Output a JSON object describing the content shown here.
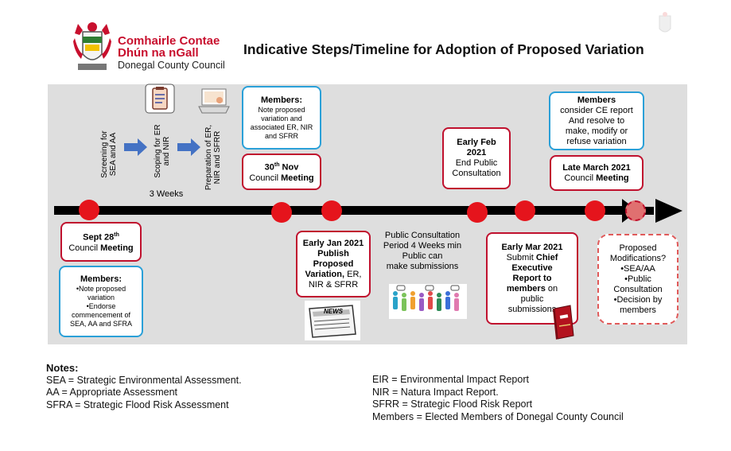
{
  "header": {
    "brand_line1": "Comhairle Contae",
    "brand_line2": "Dhún na nGall",
    "brand_line3": "Donegal County Council",
    "title": "Indicative Steps/Timeline for Adoption of Proposed Variation"
  },
  "timeline": {
    "screening": "Screening for SEA and AA",
    "scoping": "Scoping for ER and NIR",
    "preparation": "Preparation of ER, NIR and SFRR",
    "three_weeks": "3 Weeks",
    "sept": {
      "date": "Sept 28",
      "date_sup": "th",
      "line2": "Council ",
      "line2_bold": "Meeting"
    },
    "members1": {
      "head": "Members:",
      "l1": "•Note proposed variation",
      "l2": "•Endorse commencement of SEA, AA and SFRA"
    },
    "members2": {
      "head": "Members:",
      "l1": "Note proposed variation and associated ER, NIR and SFRR"
    },
    "nov": {
      "date": "30",
      "date_sup": "th",
      "date_rest": " Nov",
      "line2": "Council ",
      "line2_bold": "Meeting"
    },
    "jan": {
      "l1": "Early Jan 2021",
      "l2": "Publish",
      "l3": "Proposed",
      "l4a": "Variation,",
      "l4b": " ER,",
      "l5": "NIR & SFRR"
    },
    "consultation": {
      "l1": "Public Consultation",
      "l2": "Period 4 Weeks min",
      "l3": "Public can",
      "l4": "make submissions"
    },
    "feb": {
      "l1": "Early Feb",
      "l2": "2021",
      "l3": "End Public",
      "l4": "Consultation"
    },
    "mar": {
      "l1": "Early Mar 2021",
      "l2a": "Submit ",
      "l2b": "Chief",
      "l3": "Executive",
      "l4": "Report to",
      "l5a": "members",
      "l5b": " on",
      "l6": "public",
      "l7": "submissions"
    },
    "late_march": {
      "l1": "Late March 2021",
      "l2": "Council ",
      "l2_bold": "Meeting"
    },
    "members3": {
      "head": "Members",
      "l1": "consider CE report",
      "l2": "And resolve to",
      "l3": "make, modify or",
      "l4": "refuse variation"
    },
    "proposed": {
      "l1": "Proposed",
      "l2": "Modifications?",
      "l3": "•SEA/AA",
      "l4": "•Public",
      "l5": "Consultation",
      "l6": "•Decision by",
      "l7": "members"
    },
    "news_label": "NEWS"
  },
  "notes": {
    "heading": "Notes:",
    "left": [
      "SEA = Strategic Environmental Assessment.",
      "AA = Appropriate Assessment",
      "SFRA = Strategic Flood Risk Assessment"
    ],
    "right": [
      "EIR = Environmental Impact Report",
      "NIR = Natura Impact Report.",
      "SFRR = Strategic Flood Risk Report",
      "Members = Elected Members of Donegal County Council"
    ]
  },
  "colors": {
    "brand_red": "#c8102e",
    "box_red": "#c0112e",
    "box_blue": "#2aa0d8",
    "arrow_blue": "#4472c4",
    "panel_grey": "#dedede"
  },
  "icons": [
    "crest-icon",
    "clipboard-icon",
    "laptop-icon",
    "newspaper-icon",
    "people-icon",
    "report-book-icon"
  ]
}
